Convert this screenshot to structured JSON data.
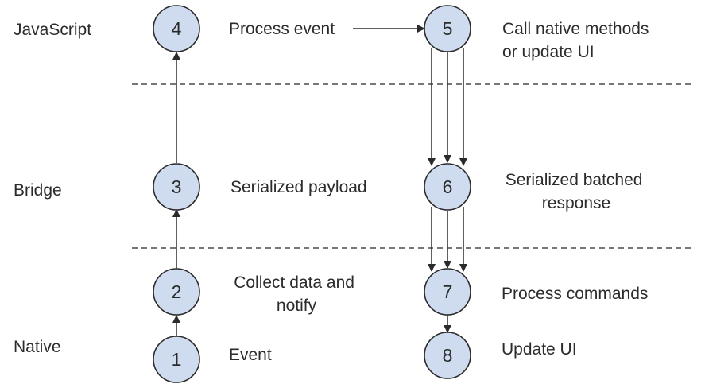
{
  "lanes": {
    "javascript": "JavaScript",
    "bridge": "Bridge",
    "native": "Native"
  },
  "nodes": [
    {
      "id": "1",
      "number": "1",
      "label_lines": [
        "Event"
      ]
    },
    {
      "id": "2",
      "number": "2",
      "label_lines": [
        "Collect data and",
        "notify"
      ]
    },
    {
      "id": "3",
      "number": "3",
      "label_lines": [
        "Serialized payload"
      ]
    },
    {
      "id": "4",
      "number": "4",
      "label_lines": [
        "Process event"
      ]
    },
    {
      "id": "5",
      "number": "5",
      "label_lines": [
        "Call native methods",
        "or update UI"
      ]
    },
    {
      "id": "6",
      "number": "6",
      "label_lines": [
        "Serialized batched",
        "response"
      ]
    },
    {
      "id": "7",
      "number": "7",
      "label_lines": [
        "Process commands"
      ]
    },
    {
      "id": "8",
      "number": "8",
      "label_lines": [
        "Update UI"
      ]
    }
  ],
  "colors": {
    "node_fill": "#cfdcef",
    "stroke": "#2b2b2b"
  }
}
